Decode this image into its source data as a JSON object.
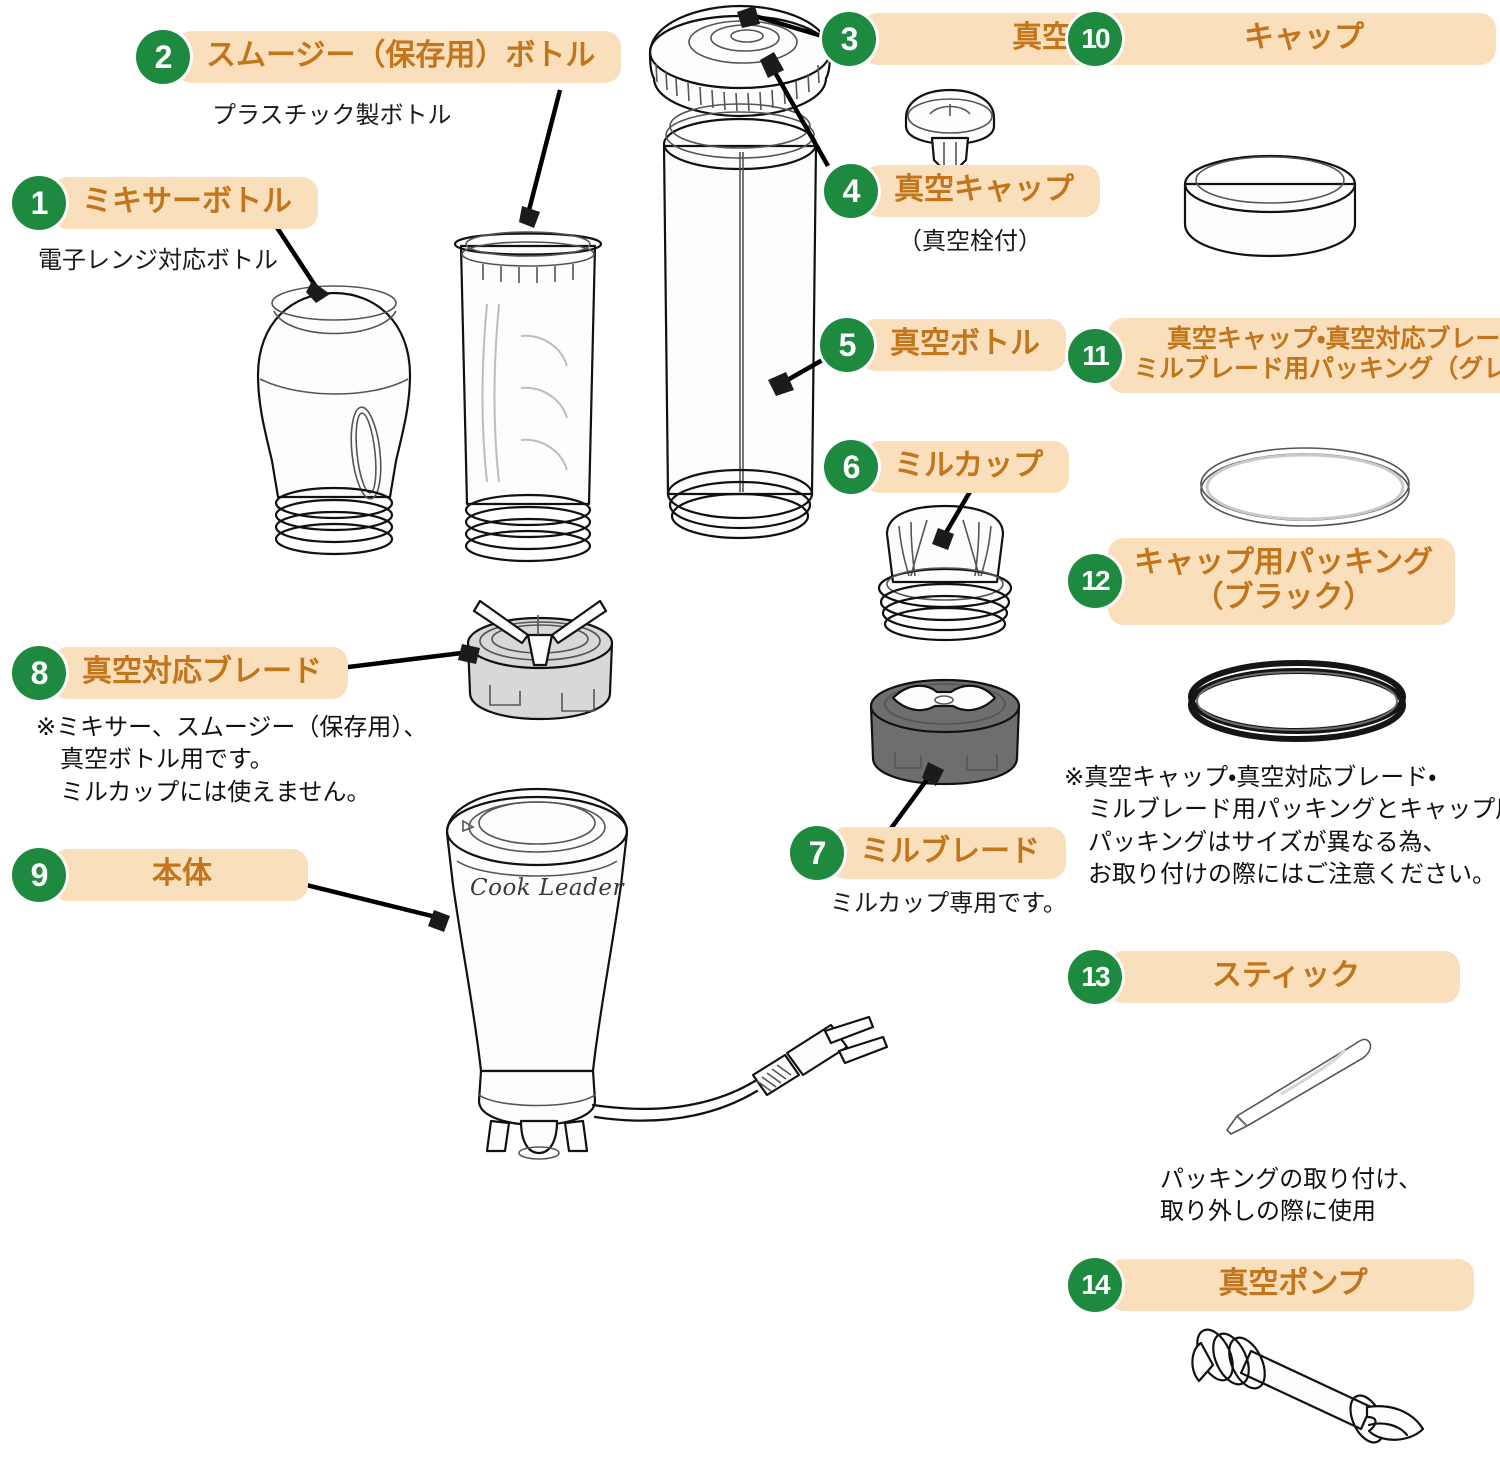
{
  "diagram": {
    "brand_text": "Cook Leader",
    "colors": {
      "badge_green": "#1d8a40",
      "pill_peach": "#fadfbc",
      "pill_text_orange": "#c2751a",
      "note_text": "#111111",
      "line_black": "#000000"
    }
  },
  "parts": [
    {
      "number": "1",
      "label": "ミキサーボトル",
      "sub": "電子レンジ対応ボトル",
      "icon": "mixer-bottle"
    },
    {
      "number": "2",
      "label": "スムージー（保存用）ボトル",
      "sub": "プラスチック製ボトル",
      "icon": "smoothie-bottle"
    },
    {
      "number": "3",
      "label": "真空栓",
      "sub": "",
      "icon": "vacuum-plug"
    },
    {
      "number": "4",
      "label": "真空キャップ",
      "sub": "（真空栓付）",
      "icon": "vacuum-cap"
    },
    {
      "number": "5",
      "label": "真空ボトル",
      "sub": "",
      "icon": "vacuum-bottle"
    },
    {
      "number": "6",
      "label": "ミルカップ",
      "sub": "",
      "icon": "mill-cup"
    },
    {
      "number": "7",
      "label": "ミルブレード",
      "sub": "ミルカップ専用です。",
      "icon": "mill-blade"
    },
    {
      "number": "8",
      "label": "真空対応ブレード",
      "sub": "※ミキサー、スムージー（保存用）、\n　真空ボトル用です。\n　ミルカップには使えません。",
      "icon": "vacuum-blade"
    },
    {
      "number": "9",
      "label": "本体",
      "sub": "",
      "icon": "main-body"
    },
    {
      "number": "10",
      "label": "キャップ",
      "sub": "",
      "icon": "cap"
    },
    {
      "number": "11",
      "label_line1": "真空キャップ・真空対応ブレード",
      "label_line2": "ミルブレード用パッキング（グレー）",
      "sub": "",
      "icon": "gray-packing-ring"
    },
    {
      "number": "12",
      "label_line1": "キャップ用パッキング",
      "label_line2": "（ブラック）",
      "sub": "",
      "icon": "black-packing-ring"
    },
    {
      "number": "13",
      "label": "スティック",
      "sub": "パッキングの取り付け、\n取り外しの際に使用",
      "icon": "stick"
    },
    {
      "number": "14",
      "label": "真空ポンプ",
      "sub": "",
      "icon": "vacuum-pump"
    }
  ],
  "notes": {
    "packing_caution": "※真空キャップ・真空対応ブレード・\n　ミルブレード用パッキングとキャップ用\n　パッキングはサイズが異なる為、\n　お取り付けの際にはご注意ください。"
  }
}
